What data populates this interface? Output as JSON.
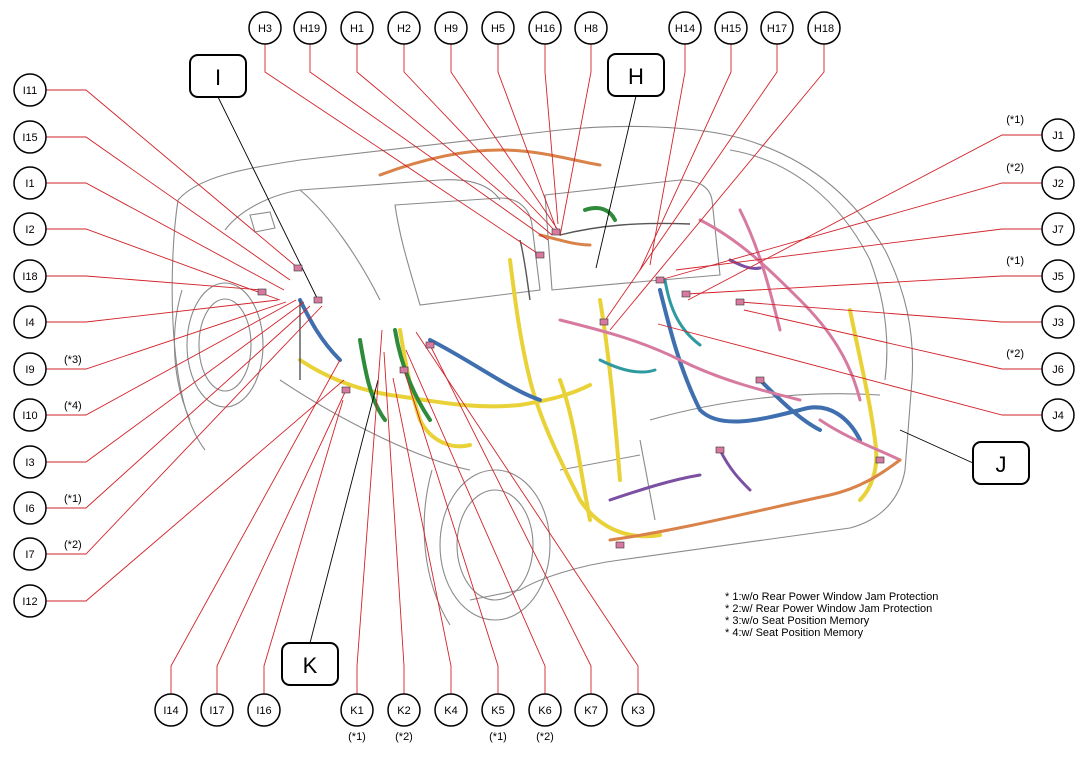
{
  "region_boxes": [
    {
      "id": "I",
      "text": "I"
    },
    {
      "id": "H",
      "text": "H"
    },
    {
      "id": "J",
      "text": "J"
    },
    {
      "id": "K",
      "text": "K"
    }
  ],
  "connectors": {
    "top": [
      {
        "text": "H3"
      },
      {
        "text": "H19"
      },
      {
        "text": "H1"
      },
      {
        "text": "H2"
      },
      {
        "text": "H9"
      },
      {
        "text": "H5"
      },
      {
        "text": "H16"
      },
      {
        "text": "H8"
      },
      {
        "text": "H14"
      },
      {
        "text": "H15"
      },
      {
        "text": "H17"
      },
      {
        "text": "H18"
      }
    ],
    "left": [
      {
        "text": "I11",
        "note": ""
      },
      {
        "text": "I15",
        "note": ""
      },
      {
        "text": "I1",
        "note": ""
      },
      {
        "text": "I2",
        "note": ""
      },
      {
        "text": "I18",
        "note": ""
      },
      {
        "text": "I4",
        "note": ""
      },
      {
        "text": "I9",
        "note": "(*3)"
      },
      {
        "text": "I10",
        "note": "(*4)"
      },
      {
        "text": "I3",
        "note": ""
      },
      {
        "text": "I6",
        "note": "(*1)"
      },
      {
        "text": "I7",
        "note": "(*2)"
      },
      {
        "text": "I12",
        "note": ""
      }
    ],
    "right": [
      {
        "text": "J1",
        "note": "(*1)"
      },
      {
        "text": "J2",
        "note": "(*2)"
      },
      {
        "text": "J7",
        "note": ""
      },
      {
        "text": "J5",
        "note": "(*1)"
      },
      {
        "text": "J3",
        "note": ""
      },
      {
        "text": "J6",
        "note": "(*2)"
      },
      {
        "text": "J4",
        "note": ""
      }
    ],
    "bottom": [
      {
        "text": "I14",
        "note": ""
      },
      {
        "text": "I17",
        "note": ""
      },
      {
        "text": "I16",
        "note": ""
      },
      {
        "text": "K1",
        "note": "(*1)"
      },
      {
        "text": "K2",
        "note": "(*2)"
      },
      {
        "text": "K4",
        "note": ""
      },
      {
        "text": "K5",
        "note": "(*1)"
      },
      {
        "text": "K6",
        "note": "(*2)"
      },
      {
        "text": "K7",
        "note": ""
      },
      {
        "text": "K3",
        "note": ""
      }
    ]
  },
  "legend": [
    "* 1:w/o Rear Power Window Jam Protection",
    "* 2:w/ Rear Power Window Jam Protection",
    "* 3:w/o Seat Position Memory",
    "* 4:w/ Seat Position Memory"
  ],
  "colors": {
    "leader_line": "#d2232a",
    "box_line": "#000000",
    "vehicle_outline": "#8a8a8a",
    "harness_yellow": "#e9d238",
    "harness_green": "#2e8b3a",
    "harness_blue": "#3f6fae",
    "harness_pink": "#d77aa0",
    "harness_orange": "#d9824a",
    "harness_purple": "#7b4fa2",
    "harness_teal": "#2e9aa0"
  }
}
